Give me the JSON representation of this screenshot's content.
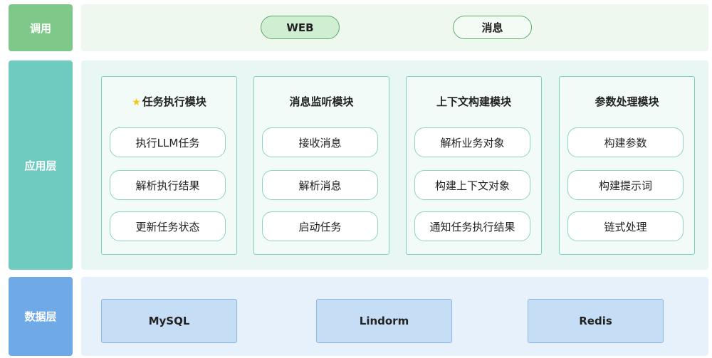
{
  "layers": {
    "call": {
      "label": "调用",
      "items": [
        "WEB",
        "消息"
      ]
    },
    "app": {
      "label": "应用层",
      "modules": [
        {
          "title": "任务执行模块",
          "icon": "star-icon",
          "items": [
            "执行LLM任务",
            "解析执行结果",
            "更新任务状态"
          ]
        },
        {
          "title": "消息监听模块",
          "items": [
            "接收消息",
            "解析消息",
            "启动任务"
          ]
        },
        {
          "title": "上下文构建模块",
          "items": [
            "解析业务对象",
            "构建上下文对象",
            "通知任务执行结果"
          ]
        },
        {
          "title": "参数处理模块",
          "items": [
            "构建参数",
            "构建提示词",
            "链式处理"
          ]
        }
      ]
    },
    "data": {
      "label": "数据层",
      "stores": [
        "MySQL",
        "Lindorm",
        "Redis"
      ]
    }
  },
  "colors": {
    "call": "#7ec98a",
    "app": "#6fcbbf",
    "data": "#6fa9e6",
    "star": "#f5c518"
  }
}
